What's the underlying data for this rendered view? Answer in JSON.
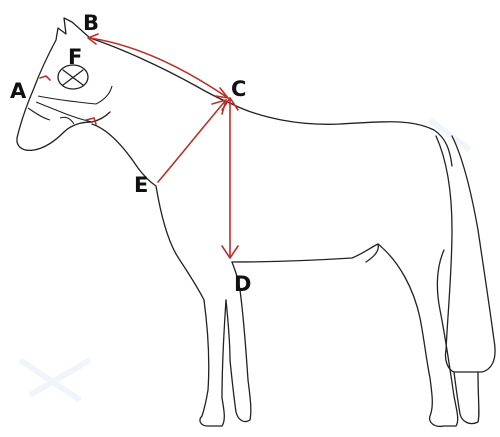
{
  "diagram": {
    "colors": {
      "background": "#ffffff",
      "outline": "#222222",
      "measurement_line": "#b8322a",
      "label": "#111111"
    },
    "labels": {
      "A": "A",
      "B": "B",
      "C": "C",
      "D": "D",
      "E": "E",
      "F": "F"
    }
  }
}
